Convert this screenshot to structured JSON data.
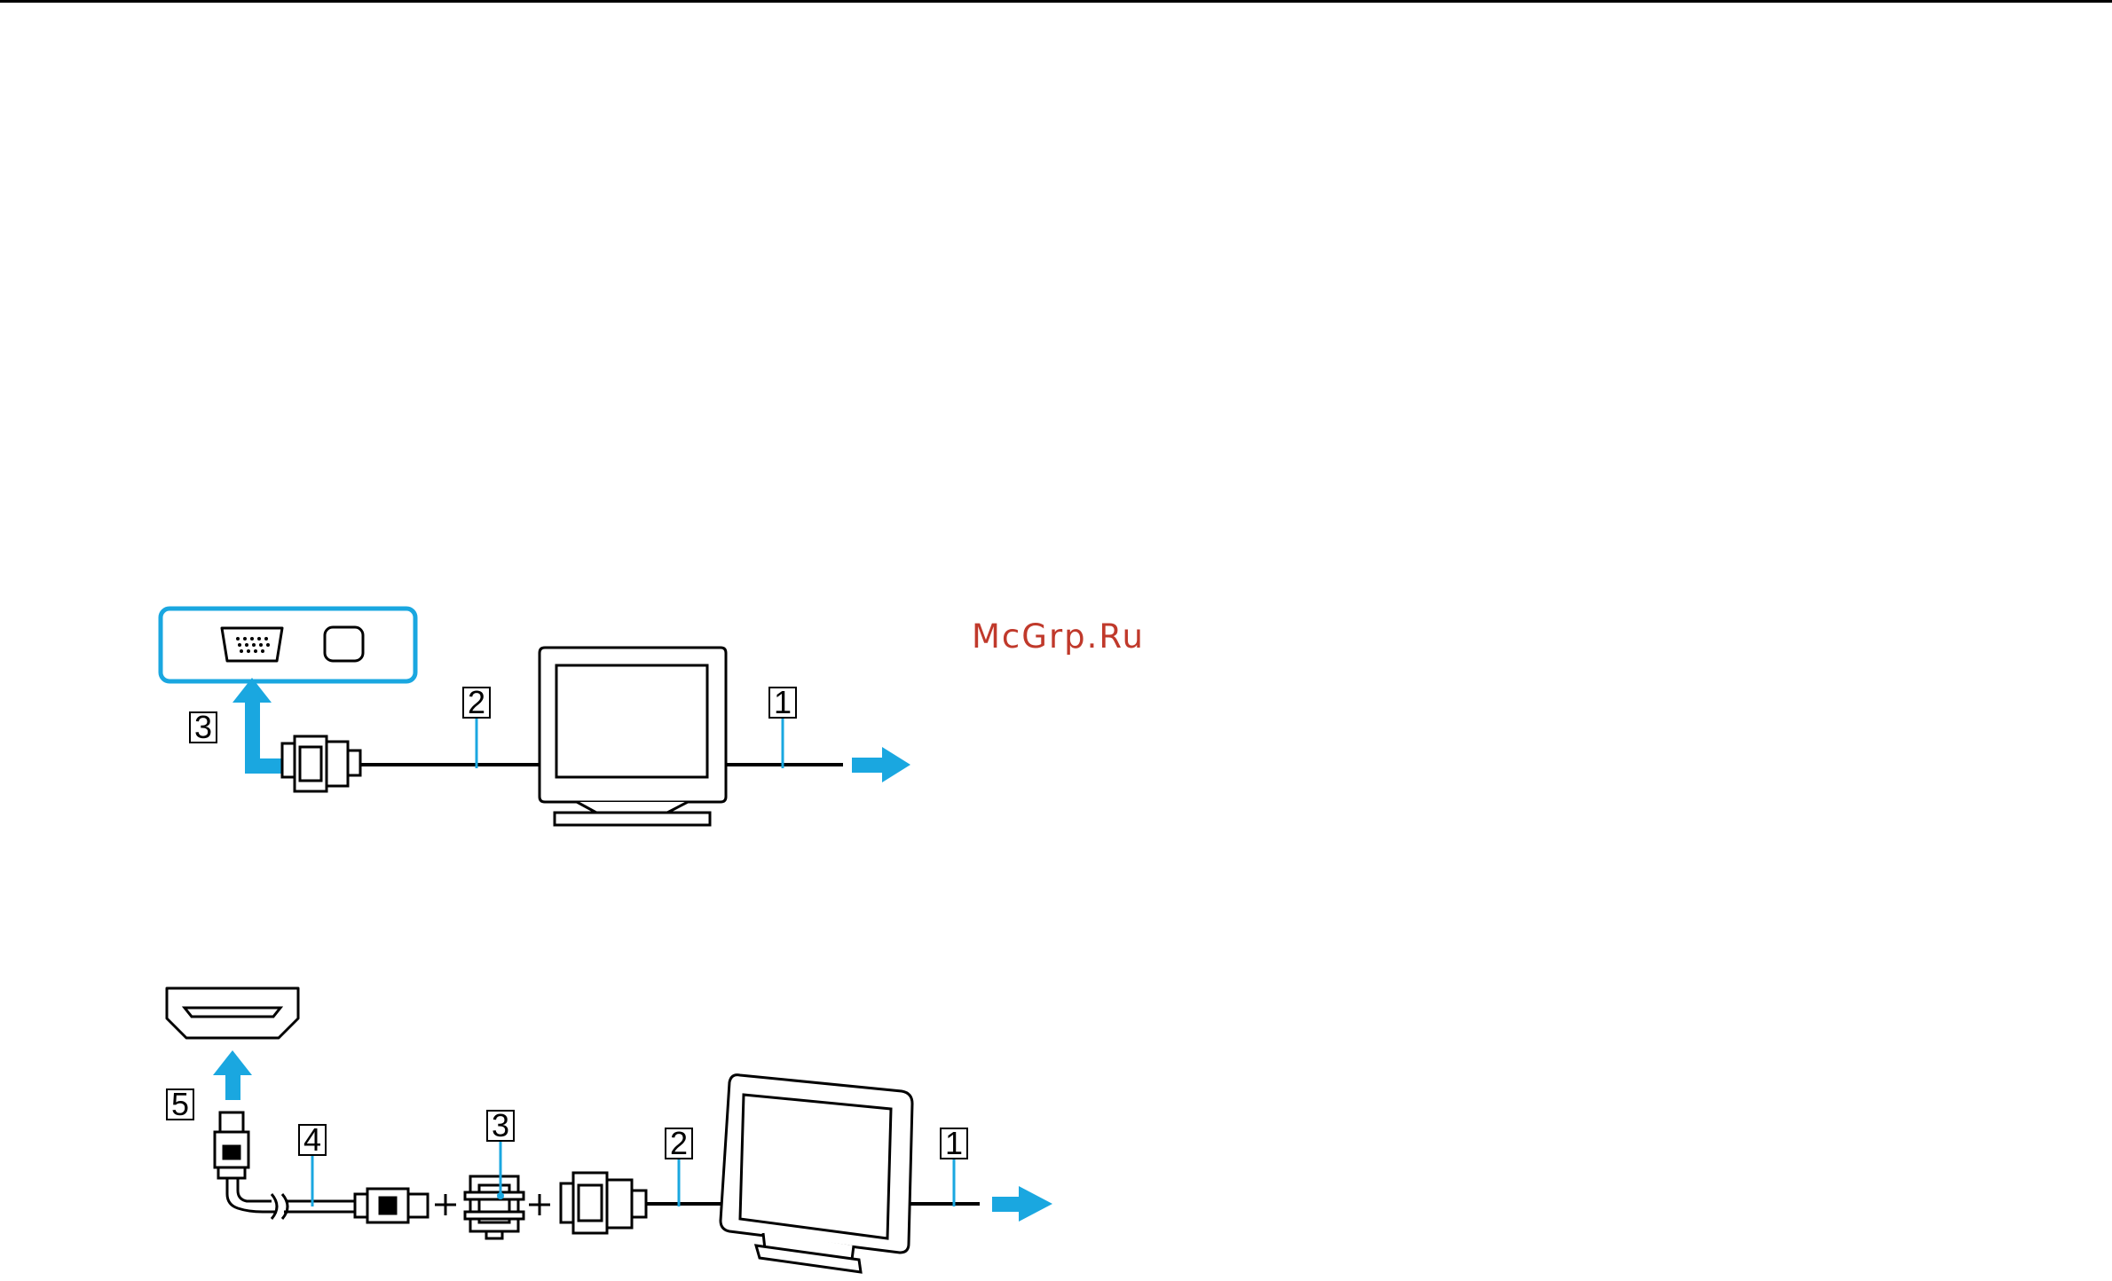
{
  "watermark": {
    "text": "McGrp.Ru",
    "color": "#c0392b"
  },
  "colors": {
    "accent": "#1aa7e0",
    "line": "#000000",
    "paper": "#ffffff"
  },
  "figure_vga": {
    "callouts": [
      "1",
      "2",
      "3"
    ],
    "icons": [
      "vga-port-icon",
      "display-port-icon",
      "monitor-icon",
      "vga-connector-icon",
      "arrow-icon"
    ]
  },
  "figure_hdmi": {
    "callouts": [
      "1",
      "2",
      "3",
      "4",
      "5"
    ],
    "icons": [
      "hdmi-port-icon",
      "hdmi-plug-icon",
      "dvi-adapter-icon",
      "vga-connector-icon",
      "lcd-monitor-icon",
      "arrow-icon"
    ]
  }
}
